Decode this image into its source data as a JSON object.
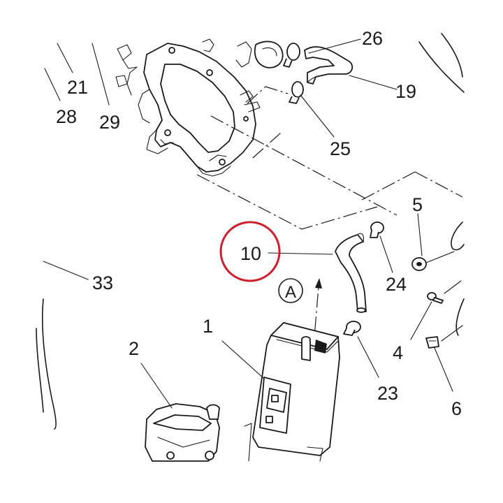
{
  "callouts": {
    "c1": "1",
    "c2": "2",
    "c4": "4",
    "c5": "5",
    "c6": "6",
    "c10": "10",
    "c19": "19",
    "c21": "21",
    "c23": "23",
    "c24": "24",
    "c25": "25",
    "c26": "26",
    "c28": "28",
    "c29": "29",
    "c33": "33"
  },
  "view_marker": "A",
  "colors": {
    "ink": "#1a1a1a",
    "highlight": "#cc1f2e",
    "background": "#ffffff"
  }
}
